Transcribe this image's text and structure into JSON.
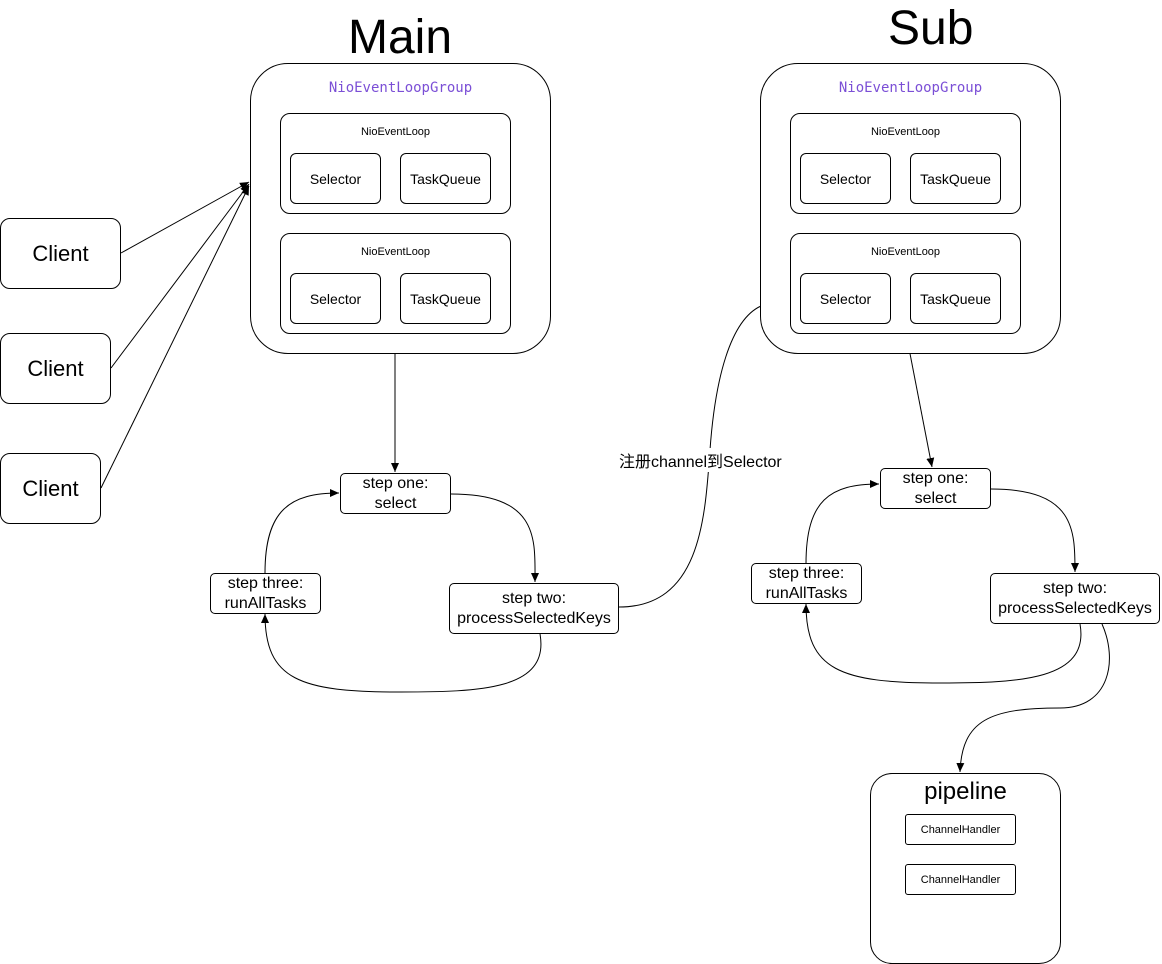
{
  "titles": {
    "main": "Main",
    "sub": "Sub"
  },
  "main_group": {
    "label": "NioEventLoopGroup",
    "loops": [
      {
        "label": "NioEventLoop",
        "selector": "Selector",
        "queue": "TaskQueue"
      },
      {
        "label": "NioEventLoop",
        "selector": "Selector",
        "queue": "TaskQueue"
      }
    ]
  },
  "sub_group": {
    "label": "NioEventLoopGroup",
    "loops": [
      {
        "label": "NioEventLoop",
        "selector": "Selector",
        "queue": "TaskQueue"
      },
      {
        "label": "NioEventLoop",
        "selector": "Selector",
        "queue": "TaskQueue"
      }
    ]
  },
  "clients": [
    "Client",
    "Client",
    "Client"
  ],
  "main_steps": {
    "one": [
      "step one:",
      "select"
    ],
    "two": [
      "step two:",
      "processSelectedKeys"
    ],
    "three": [
      "step three:",
      "runAllTasks"
    ]
  },
  "sub_steps": {
    "one": [
      "step one:",
      "select"
    ],
    "two": [
      "step two:",
      "processSelectedKeys"
    ],
    "three": [
      "step three:",
      "runAllTasks"
    ]
  },
  "register_label": "注册channel到Selector",
  "pipeline": {
    "title": "pipeline",
    "handlers": [
      "ChannelHandler",
      "ChannelHandler"
    ]
  },
  "colors": {
    "group_label": "#7b4fd6",
    "stroke": "#000000"
  }
}
